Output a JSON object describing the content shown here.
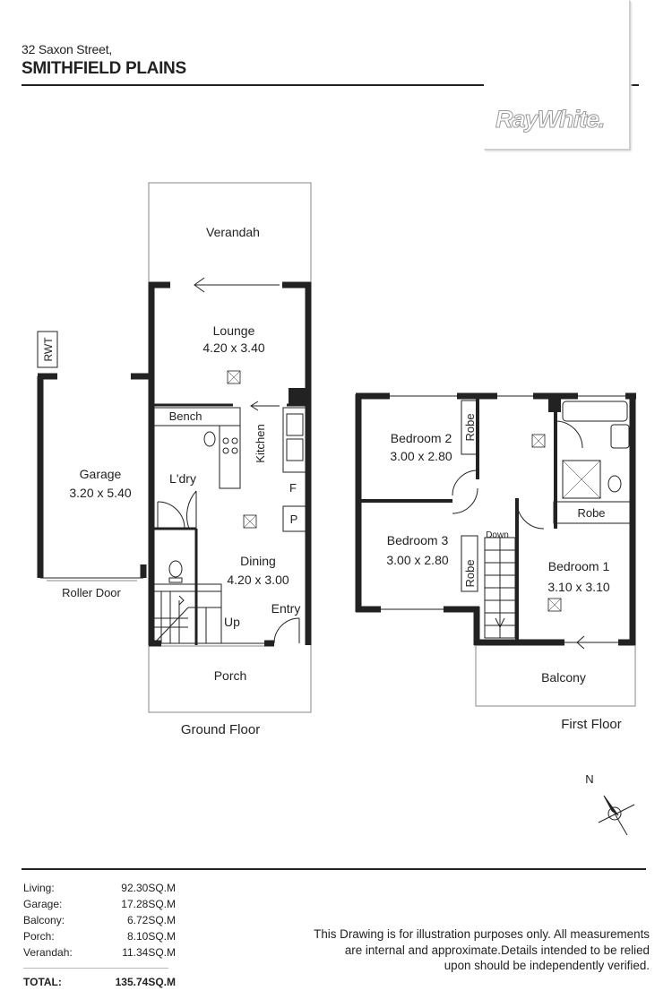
{
  "header": {
    "address_line": "32 Saxon Street,",
    "suburb": "SMITHFIELD PLAINS"
  },
  "logo": {
    "text": "RayWhite."
  },
  "ground_floor": {
    "title": "Ground Floor",
    "verandah": "Verandah",
    "lounge": {
      "name": "Lounge",
      "size": "4.20 x 3.40"
    },
    "garage": {
      "name": "Garage",
      "size": "3.20 x 5.40"
    },
    "rwt": "RWT",
    "bench": "Bench",
    "kitchen": "Kitchen",
    "laundry": "L'dry",
    "fridge": "F",
    "pantry": "P",
    "dining": {
      "name": "Dining",
      "size": "4.20 x 3.00"
    },
    "roller_door": "Roller Door",
    "up": "Up",
    "entry": "Entry",
    "porch": "Porch"
  },
  "first_floor": {
    "title": "First Floor",
    "bedroom2": {
      "name": "Bedroom 2",
      "size": "3.00 x 2.80"
    },
    "bedroom3": {
      "name": "Bedroom 3",
      "size": "3.00 x 2.80"
    },
    "bedroom1": {
      "name": "Bedroom 1",
      "size": "3.10 x 3.10"
    },
    "robe_b2": "Robe",
    "robe_b3": "Robe",
    "robe_b1": "Robe",
    "down": "Down",
    "balcony": "Balcony"
  },
  "compass": {
    "label": "N"
  },
  "areas": [
    {
      "label": "Living:",
      "value": "92.30SQ.M"
    },
    {
      "label": "Garage:",
      "value": "17.28SQ.M"
    },
    {
      "label": "Balcony:",
      "value": "6.72SQ.M"
    },
    {
      "label": "Porch:",
      "value": "8.10SQ.M"
    },
    {
      "label": "Verandah:",
      "value": "11.34SQ.M"
    }
  ],
  "total": {
    "label": "TOTAL:",
    "value": "135.74SQ.M"
  },
  "disclaimer": {
    "line1": "This Drawing is for illustration purposes only. All measurements",
    "line2": "are internal and approximate.Details intended to be relied",
    "line3": "upon should be independently verified."
  }
}
